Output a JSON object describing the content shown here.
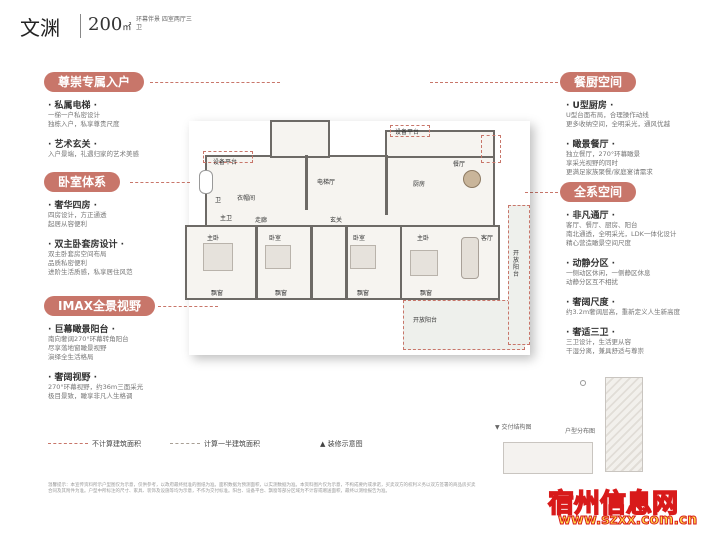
{
  "header": {
    "title": "文渊",
    "area": "200",
    "area_unit": "㎡",
    "area_sub": "环幕伴景 四室两厅三卫"
  },
  "left": {
    "sec1": {
      "title": "尊崇专属入户",
      "items": [
        {
          "h": "· 私属电梯 ·",
          "d": [
            "一梯一户私密设计",
            "独栋入户，私享尊贵尺度"
          ]
        },
        {
          "h": "· 艺术玄关 ·",
          "d": [
            "入户景端，礼遇归家的艺术美感"
          ]
        }
      ]
    },
    "sec2": {
      "title": "卧室体系",
      "items": [
        {
          "h": "· 奢华四房 ·",
          "d": [
            "四房设计，方正通透",
            "起居从容便利"
          ]
        },
        {
          "h": "· 双主卧套房设计 ·",
          "d": [
            "双主卧套房空间布局",
            "品质私密便利",
            "进阶生活质感，私享居住风范"
          ]
        }
      ]
    },
    "sec3": {
      "title": "IMAX全景视野",
      "items": [
        {
          "h": "· 巨幕瞰景阳台 ·",
          "d": [
            "南向奢阔270°环幕转角阳台",
            "尽享落地窗瞰景视野",
            "演绎全生活格局"
          ]
        },
        {
          "h": "· 奢阔视野 ·",
          "d": [
            "270°环幕视野，约36m三面采光",
            "极目景致，瞰享非凡人生格调"
          ]
        }
      ]
    }
  },
  "right": {
    "sec1": {
      "title": "餐厨空间",
      "items": [
        {
          "h": "· U型厨房 ·",
          "d": [
            "U型台面布局，合理操作动线",
            "更多收纳空间，全明采光，通风优越"
          ]
        },
        {
          "h": "· 瞰景餐厅 ·",
          "d": [
            "独立餐厅，270°环幕瞰景",
            "享采光视野的同时",
            "更满足家族聚餐/家庭宴请需求"
          ]
        }
      ]
    },
    "sec2": {
      "title": "全系空间",
      "items": [
        {
          "h": "· 非凡通厅 ·",
          "d": [
            "客厅、餐厅、厨房、阳台",
            "南北通透，全明采光，LDK一体化设计",
            "精心营造瞰景空间尺度"
          ]
        },
        {
          "h": "· 动静分区 ·",
          "d": [
            "一侧动区休闲，一侧静区休息",
            "动静分区互不相扰"
          ]
        },
        {
          "h": "· 奢阔尺度 ·",
          "d": [
            "约3.2m奢阔层高，重新定义人生新高度"
          ]
        },
        {
          "h": "· 奢适三卫 ·",
          "d": [
            "三卫设计，生活更从容",
            "干湿分离，兼具舒适与尊崇"
          ]
        }
      ]
    }
  },
  "plan": {
    "labels": {
      "equipment_platform": "设备平台",
      "equipment_platform2": "设备平台",
      "bath": "卫",
      "bath2": "主卫",
      "cloakroom": "衣帽间",
      "elevator": "电梯厅",
      "kitchen": "厨房",
      "dining": "餐厅",
      "aisle": "走廊",
      "foyer": "玄关",
      "living": "客厅",
      "balcony": "开放阳台",
      "balcony_right": "开放阳台",
      "bay": "飘窗",
      "bay2": "飘窗",
      "bay3": "飘窗",
      "bay4": "飘窗",
      "master1": "主卧",
      "bed2": "卧室",
      "bed3": "卧室",
      "master2": "主卧"
    }
  },
  "legend": {
    "non_counted": "不计算建筑面积",
    "half_counted": "计算一半建筑面积",
    "deco": "装修示意图"
  },
  "keyplan": {
    "label1": "交付结构图",
    "label2": "户型分布图"
  },
  "footer": {
    "text": "温馨提示：本宣传资料所示户型图仅为示意，仅供参考，以政府最终批准的图纸为准。面积数据为预测面积，以实测数据为准。本资料图片仅为示意，不构成要约或承诺，买卖双方的权利义务以双方签署的商品房买卖合同及其附件为准。户型中所标注的尺寸、家具、装饰及设施等均为示意，不作为交付标准。阳台、设备平台、飘窗等部分区域为不计容或赠送面积，最终以测绘报告为准。"
  },
  "watermark": {
    "cn": "宿州信息网",
    "url": "www.szxx.com.cn"
  },
  "colors": {
    "accent": "#c8766a",
    "wall": "#6d6a66"
  }
}
